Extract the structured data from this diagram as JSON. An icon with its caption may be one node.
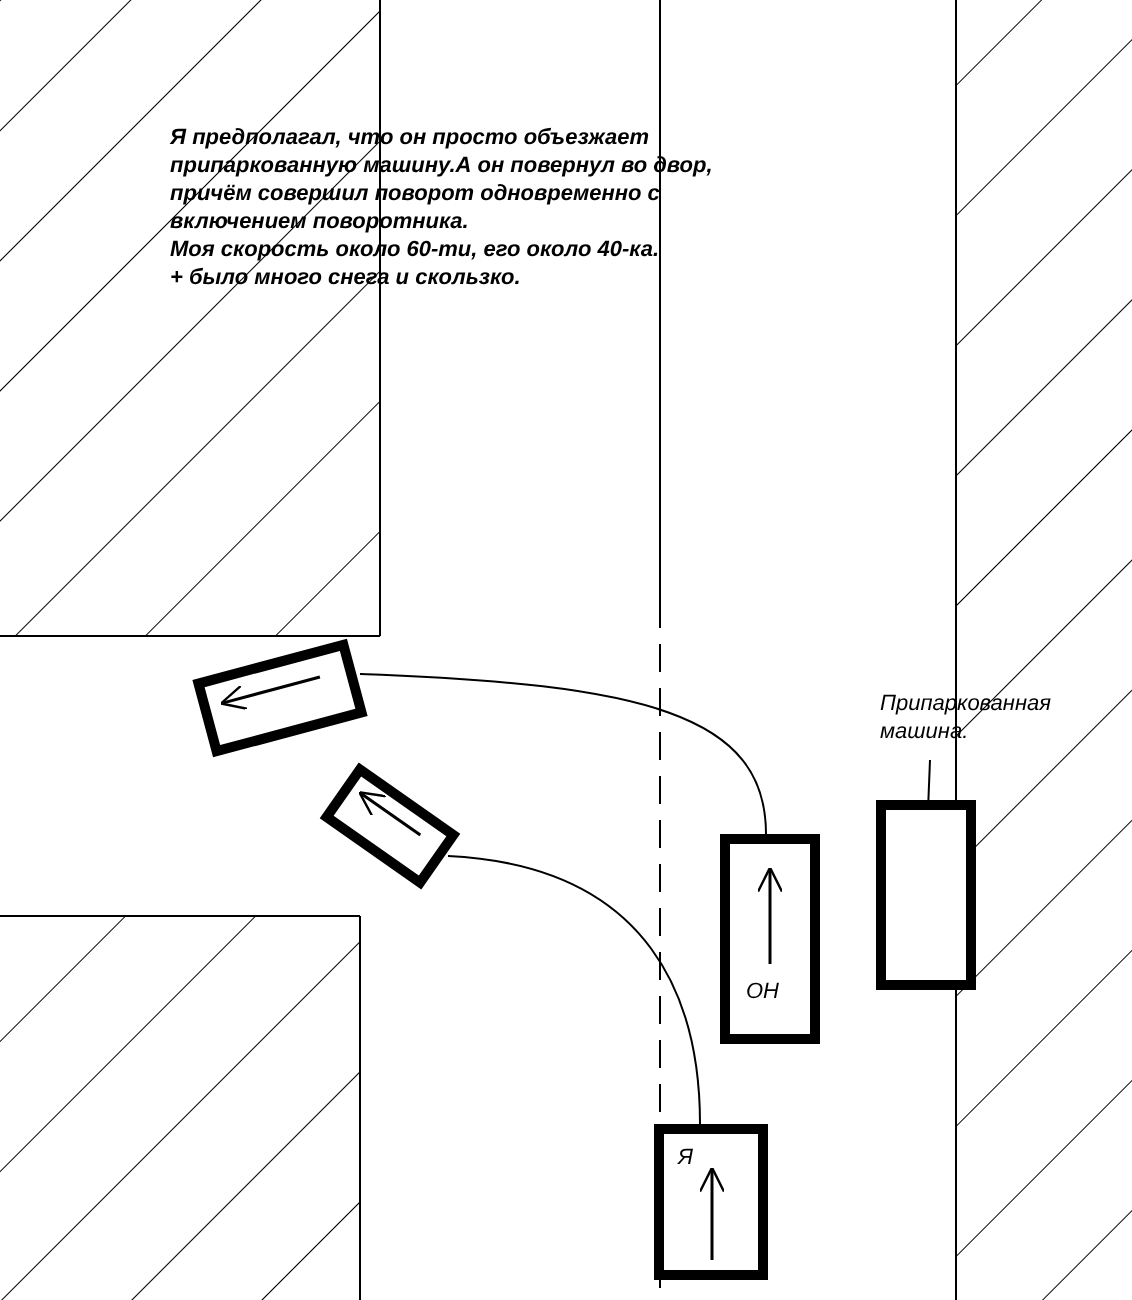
{
  "diagram": {
    "nodes": [
      {
        "text": [
          "Припаркованная машина."
        ]
      },
      {
        "text": [],
        "shape": "box"
      },
      {
        "text": [
          "ОН"
        ]
      },
      {
        "text": [
          "Я"
        ]
      },
      {
        "text": [],
        "shape": "box"
      },
      {
        "text": [],
        "shape": "box"
      }
    ],
    "edges": [
      {
        "from": 0,
        "to": 1,
        "arrow": "none"
      },
      {
        "from": 2,
        "to": 4,
        "arrow": "none"
      },
      {
        "from": 3,
        "to": 5,
        "arrow": "none"
      }
    ],
    "labels": [
      "Я предполагал, что он просто объезжает припаркованную машину.А он повернул во двор, причём совершил поворот одновременно с включением поворотника.",
      "Моя скорость около 60-ти, его около 40-ка.",
      "+ было много снега и скользко."
    ]
  }
}
